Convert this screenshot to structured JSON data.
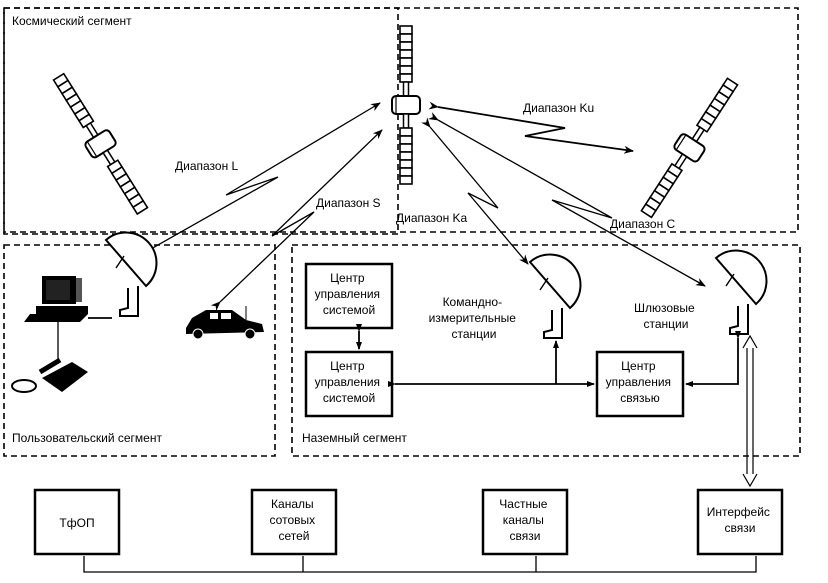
{
  "segments": {
    "space": "Космический сегмент",
    "user": "Пользовательский сегмент",
    "ground": "Наземный сегмент"
  },
  "bands": {
    "L": "Диапазон L",
    "S": "Диапазон S",
    "Ka": "Диапазон Ka",
    "Ku": "Диапазон Ku",
    "C": "Диапазон C"
  },
  "ground_blocks": {
    "system_control_1": [
      "Центр",
      "управления",
      "системой"
    ],
    "system_control_2": [
      "Центр",
      "управления",
      "системой"
    ],
    "comm_control": [
      "Центр",
      "управления",
      "связью"
    ]
  },
  "stations": {
    "tt_and_c": [
      "Командно-",
      "измерительные",
      "станции"
    ],
    "gateway": [
      "Шлюзовые",
      "станции"
    ]
  },
  "networks": {
    "pstn": [
      "ТфОП"
    ],
    "cellular": [
      "Каналы",
      "сотовых",
      "сетей"
    ],
    "private": [
      "Частные",
      "каналы",
      "связи"
    ],
    "interface": [
      "Интерфейс",
      "связи"
    ]
  }
}
